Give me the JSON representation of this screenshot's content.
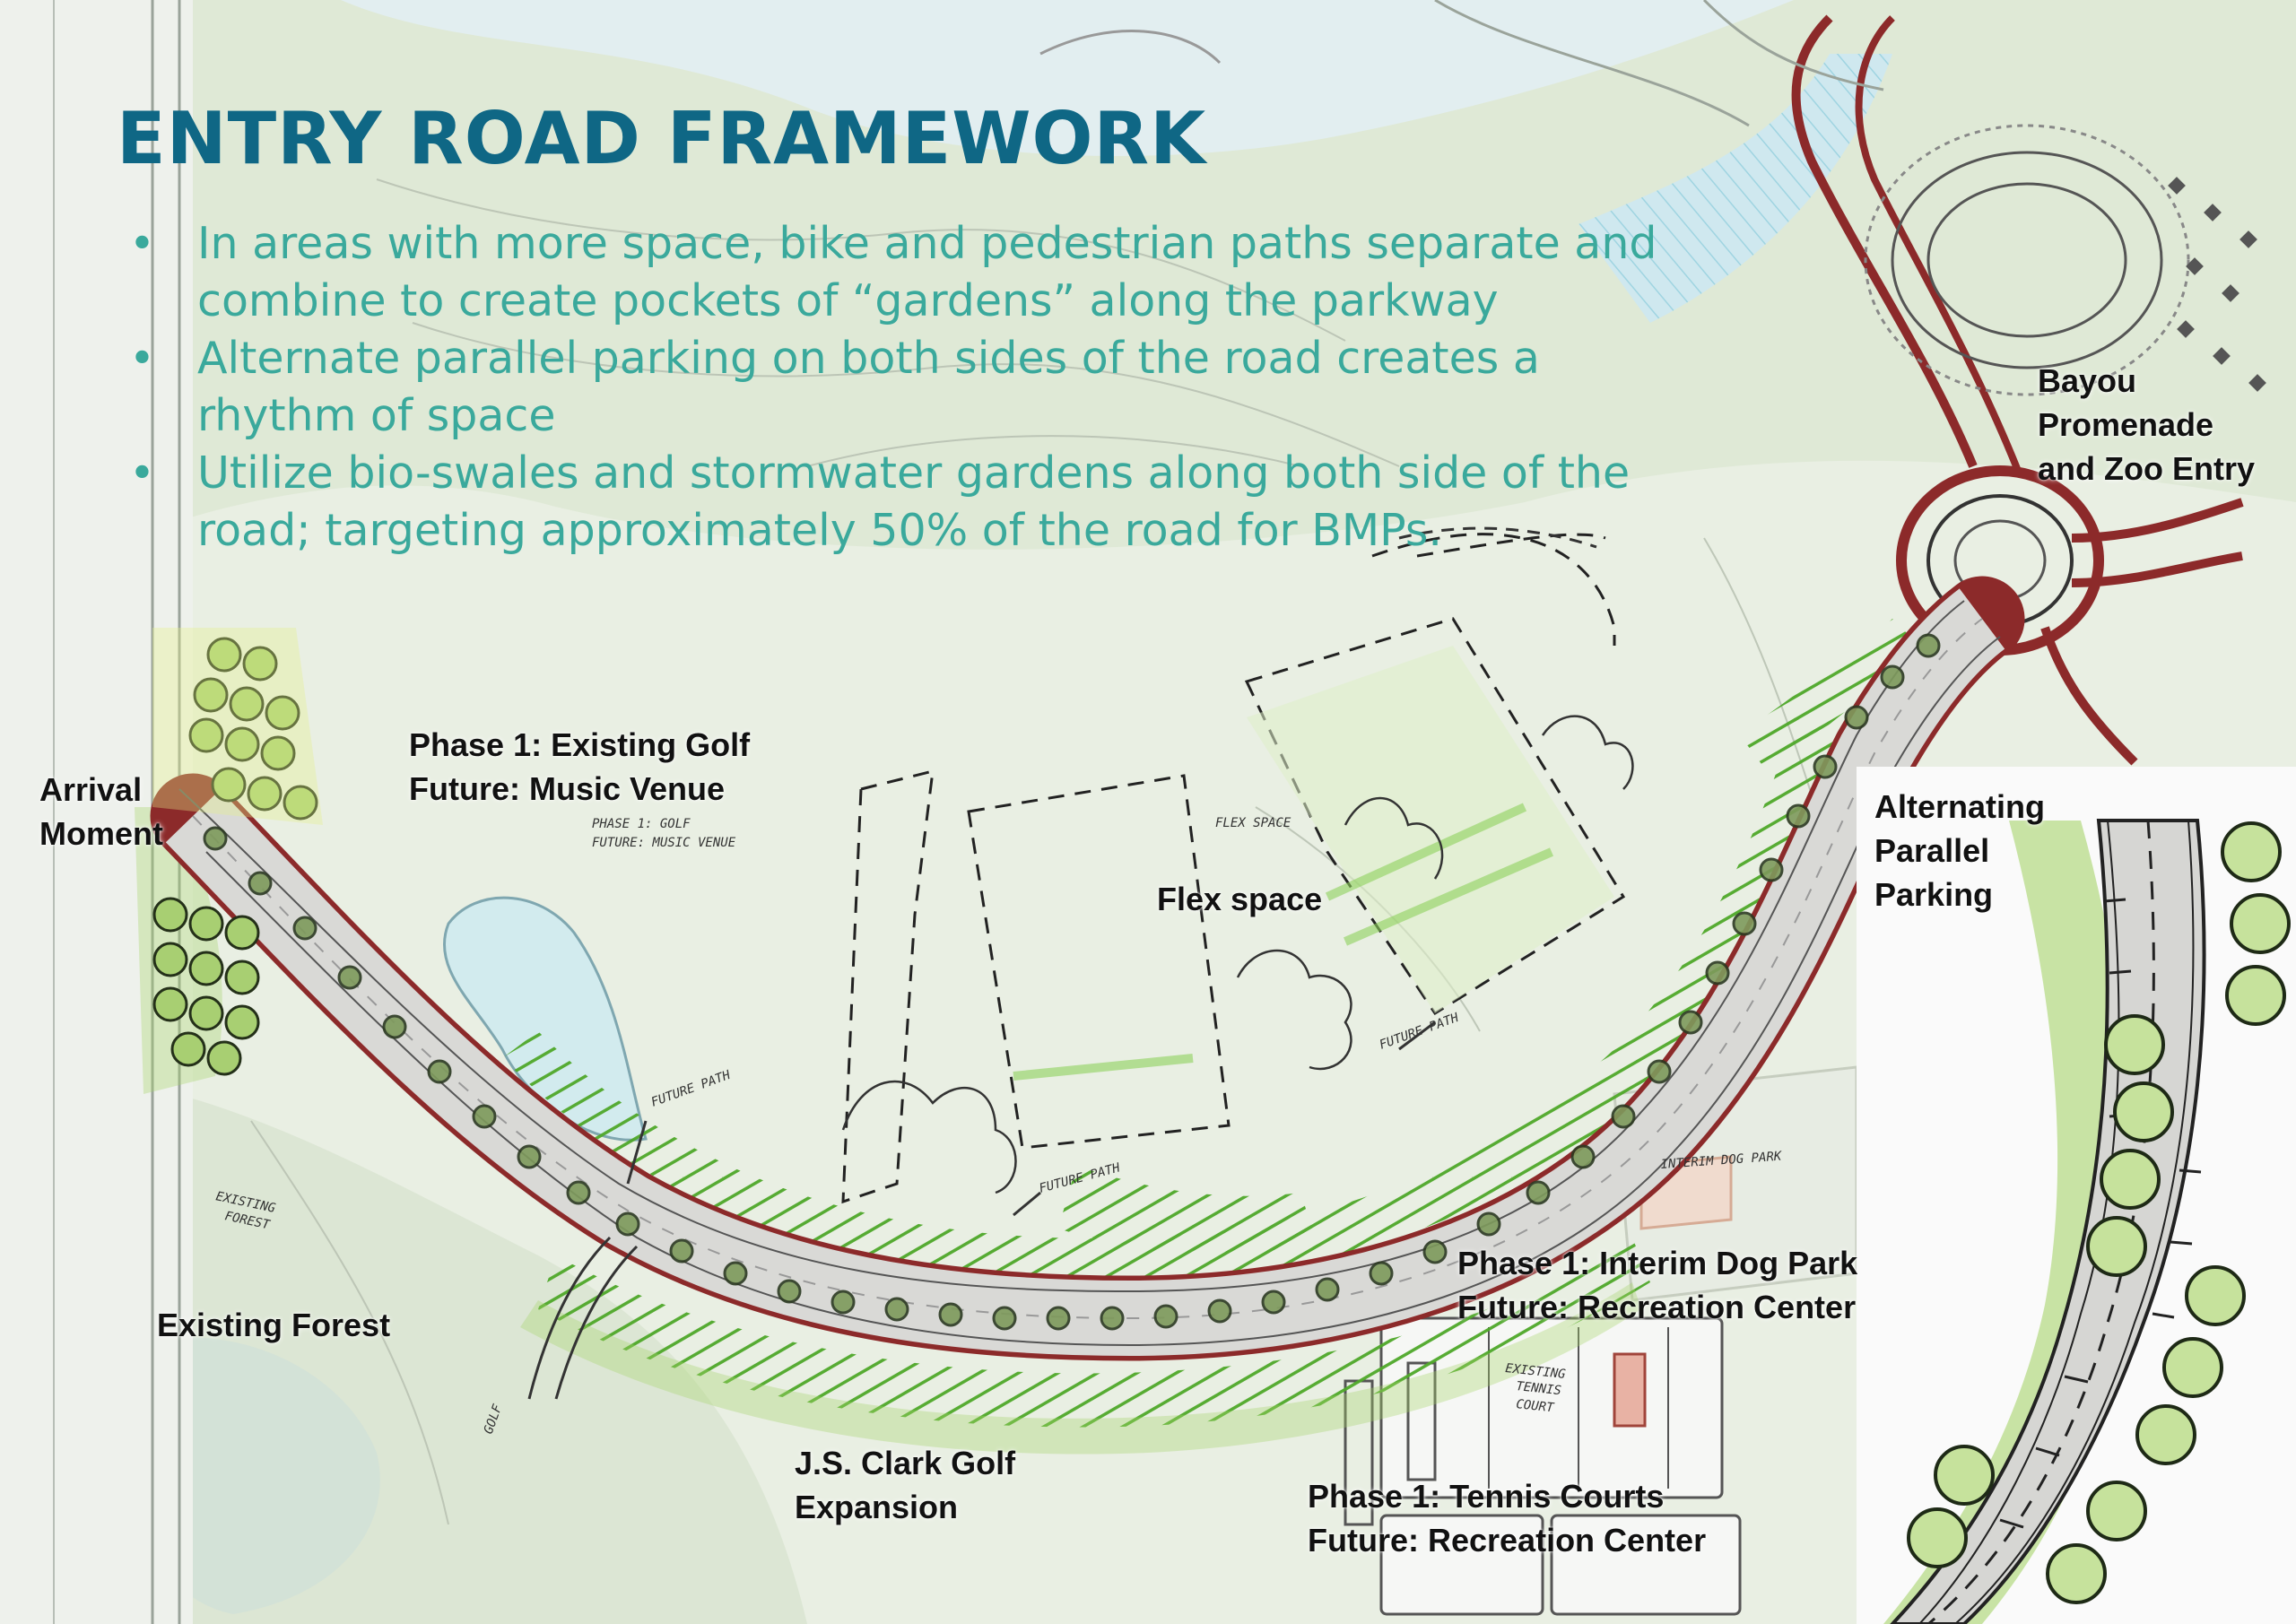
{
  "title": "ENTRY ROAD FRAMEWORK",
  "bullets": [
    "In areas with more space, bike and pedestrian paths separate and combine to create pockets of “gardens” along the parkway",
    "Alternate parallel parking on both sides of the road creates a rhythm of space",
    "Utilize bio-swales and stormwater gardens along both side of the road; targeting approximately 50% of the road for BMPs."
  ],
  "labels": {
    "arrival": "Arrival\nMoment",
    "golf_venue": "Phase 1: Existing Golf\nFuture: Music Venue",
    "flex": "Flex space",
    "bayou": "Bayou\nPromenade\nand Zoo Entry",
    "parking": "Alternating\nParallel\nParking",
    "dog_park": "Phase 1: Interim Dog Park\nFuture: Recreation Center",
    "forest": "Existing Forest",
    "golf_expansion": "J.S. Clark Golf\nExpansion",
    "tennis": "Phase 1: Tennis Courts\nFuture: Recreation Center"
  },
  "sketch_notes": {
    "golf": "PHASE 1: GOLF",
    "music": "FUTURE: MUSIC VENUE",
    "flex": "FLEX SPACE",
    "path1": "FUTURE PATH",
    "path2": "FUTURE PATH",
    "path3": "FUTURE PATH",
    "dog": "INTERIM DOG PARK",
    "forest1": "EXISTING",
    "forest2": "FOREST",
    "tennis1": "EXISTING",
    "tennis2": "TENNIS",
    "tennis3": "COURT",
    "golf_path": "GOLF"
  },
  "colors": {
    "title": "#0f6785",
    "bullets": "#3aa99c",
    "labels": "#111111",
    "planting": "#5bab2f",
    "road": "#8c2a2a"
  }
}
